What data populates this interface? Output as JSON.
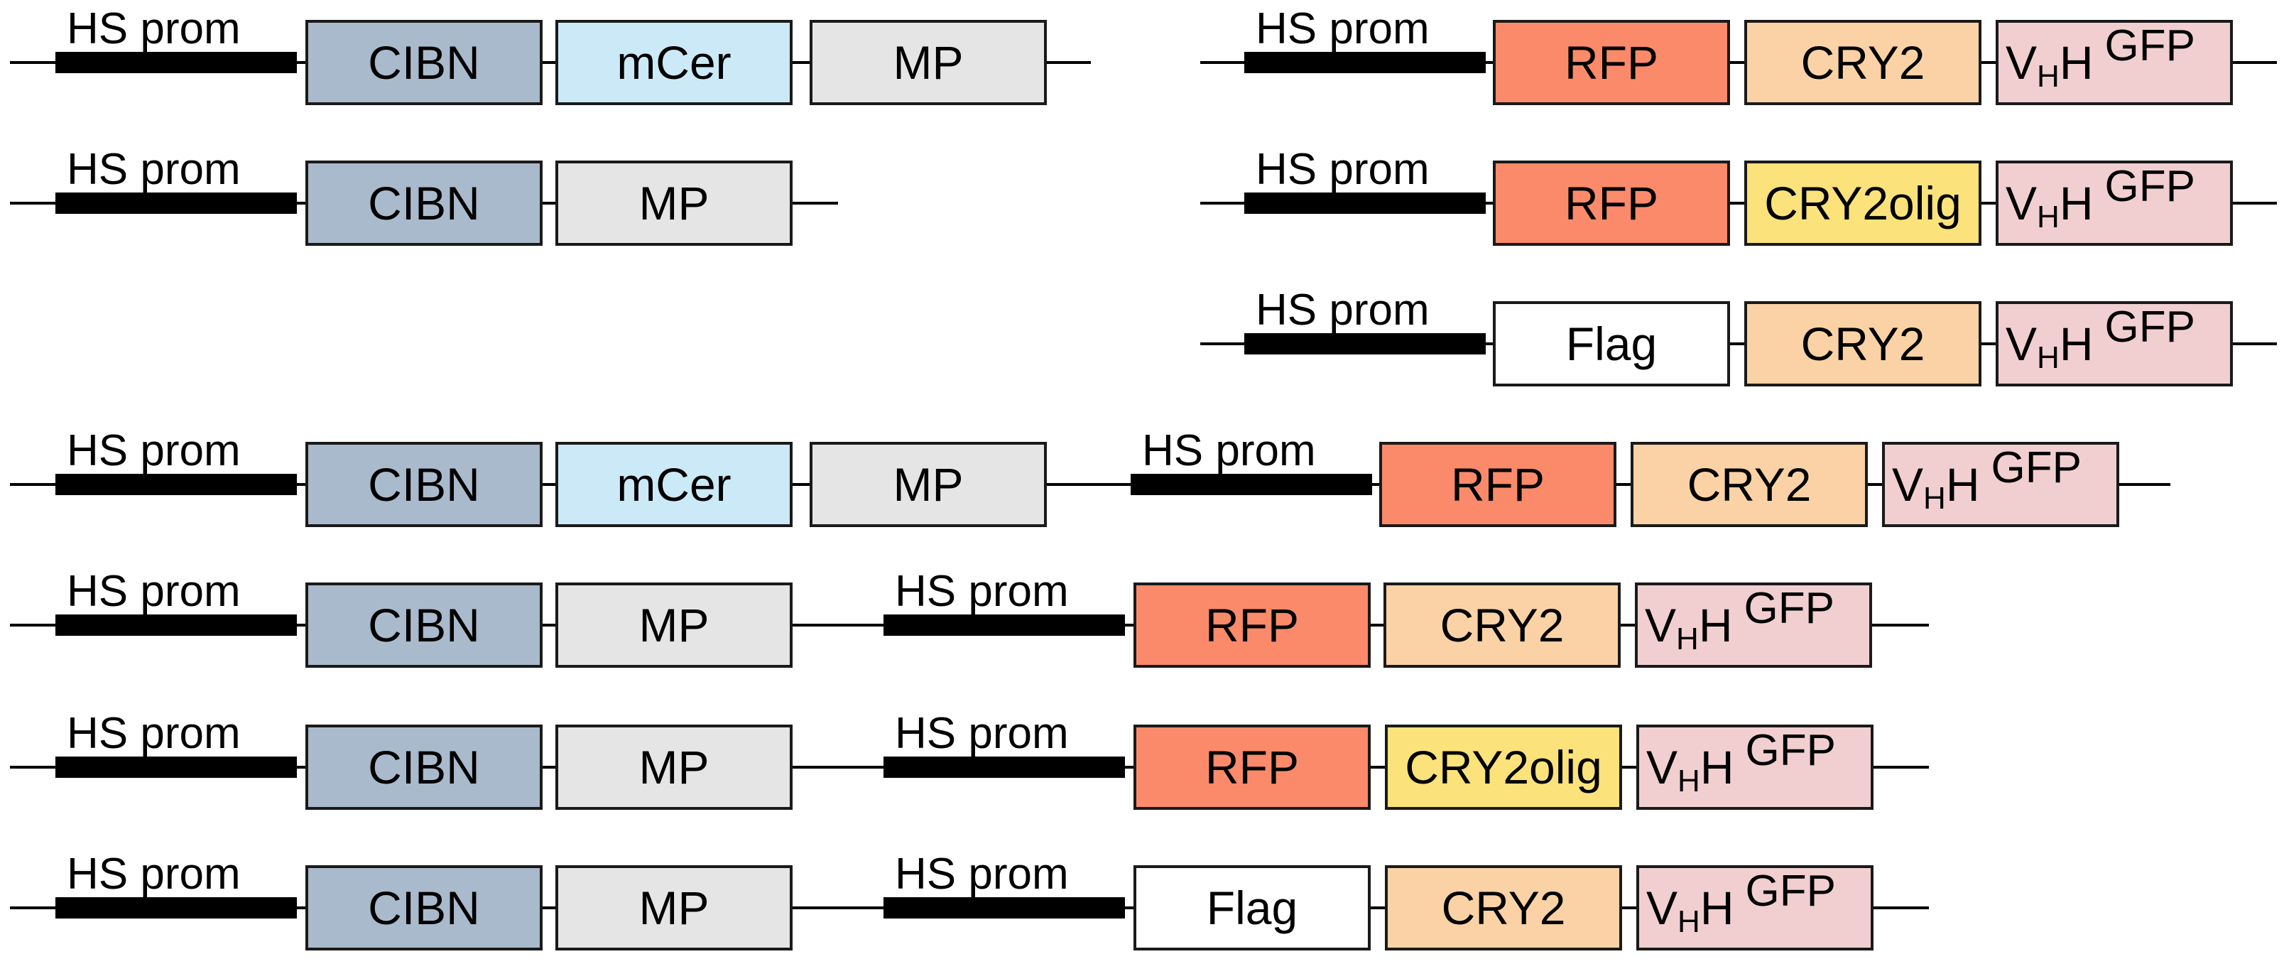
{
  "colors": {
    "CIBN": "#a9bacc",
    "mCer": "#cbe9f6",
    "MP": "#e5e5e5",
    "RFP": "#fa8a6a",
    "CRY2": "#fad2a5",
    "CRY2olig": "#fbe27a",
    "Flag": "#ffffff",
    "VHH": "#f1cfd1"
  },
  "labels": {
    "prom": "HS prom",
    "CIBN": "CIBN",
    "mCer": "mCer",
    "MP": "MP",
    "RFP": "RFP",
    "CRY2": "CRY2",
    "CRY2olig": "CRY2olig",
    "Flag": "Flag",
    "vhh_v": "V",
    "vhh_sub": "H",
    "vhh_h": "H",
    "vhh_sup": "GFP"
  },
  "constructs": [
    {
      "id": "cibn-mcer-mp",
      "parts": [
        "prom",
        "CIBN",
        "mCer",
        "MP"
      ]
    },
    {
      "id": "cibn-mp",
      "parts": [
        "prom",
        "CIBN",
        "MP"
      ]
    },
    {
      "id": "rfp-cry2-vhh",
      "parts": [
        "prom",
        "RFP",
        "CRY2",
        "VHH"
      ]
    },
    {
      "id": "rfp-cry2olig-vhh",
      "parts": [
        "prom",
        "RFP",
        "CRY2olig",
        "VHH"
      ]
    },
    {
      "id": "flag-cry2-vhh",
      "parts": [
        "prom",
        "Flag",
        "CRY2",
        "VHH"
      ]
    },
    {
      "id": "dual-mcer-rfp-cry2",
      "parts": [
        "prom",
        "CIBN",
        "mCer",
        "MP",
        "prom",
        "RFP",
        "CRY2",
        "VHH"
      ]
    },
    {
      "id": "dual-rfp-cry2",
      "parts": [
        "prom",
        "CIBN",
        "MP",
        "prom",
        "RFP",
        "CRY2",
        "VHH"
      ]
    },
    {
      "id": "dual-rfp-cry2olig",
      "parts": [
        "prom",
        "CIBN",
        "MP",
        "prom",
        "RFP",
        "CRY2olig",
        "VHH"
      ]
    },
    {
      "id": "dual-flag-cry2",
      "parts": [
        "prom",
        "CIBN",
        "MP",
        "prom",
        "Flag",
        "CRY2",
        "VHH"
      ]
    }
  ]
}
